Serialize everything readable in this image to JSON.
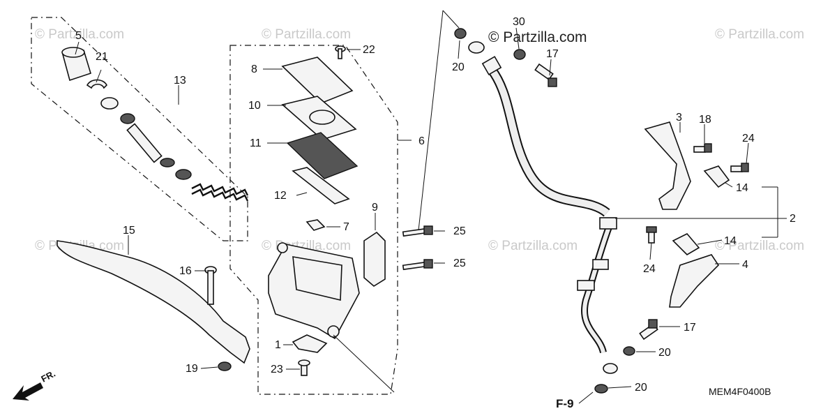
{
  "watermark": "© Partzilla.com",
  "brand": "© Partzilla.com",
  "diagram_code": "MEM4F0400B",
  "reference": "F-9",
  "front_marker": "FR.",
  "callouts": {
    "c5": "5",
    "c21": "21",
    "c13": "13",
    "c8": "8",
    "c22": "22",
    "c10": "10",
    "c11": "11",
    "c6": "6",
    "c12": "12",
    "c9": "9",
    "c7": "7",
    "c25a": "25",
    "c25b": "25",
    "c15": "15",
    "c16": "16",
    "c1": "1",
    "c23": "23",
    "c19": "19",
    "c20a": "20",
    "c30": "30",
    "c17a": "17",
    "c3": "3",
    "c18": "18",
    "c24a": "24",
    "c14a": "14",
    "c2": "2",
    "c14b": "14",
    "c24b": "24",
    "c4": "4",
    "c17b": "17",
    "c20b": "20",
    "c20c": "20"
  }
}
